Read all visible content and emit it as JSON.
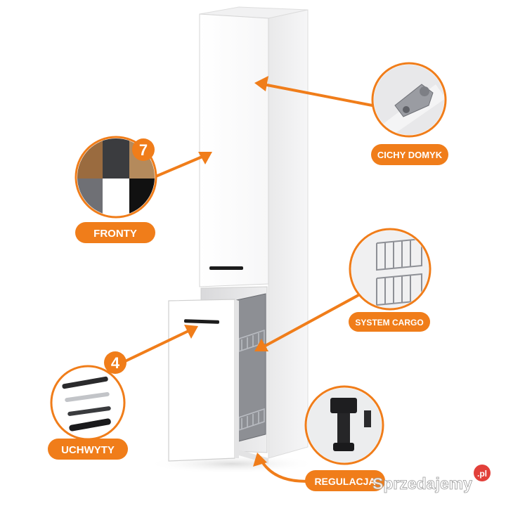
{
  "labels": {
    "cichy_domyk": "CICHY DOMYK",
    "fronty": "FRONTY",
    "system_cargo": "SYSTEM CARGO",
    "uchwyty": "UCHWYTY",
    "regulacja": "REGULACJA"
  },
  "badges": {
    "fronty_count": "7",
    "uchwyty_count": "4"
  },
  "watermark": {
    "text": "Sprzedajemy",
    "suffix": ".pl"
  },
  "colors": {
    "accent": "#f07d1a",
    "cabinet": "#ffffff",
    "handle": "#1c1c1c"
  }
}
